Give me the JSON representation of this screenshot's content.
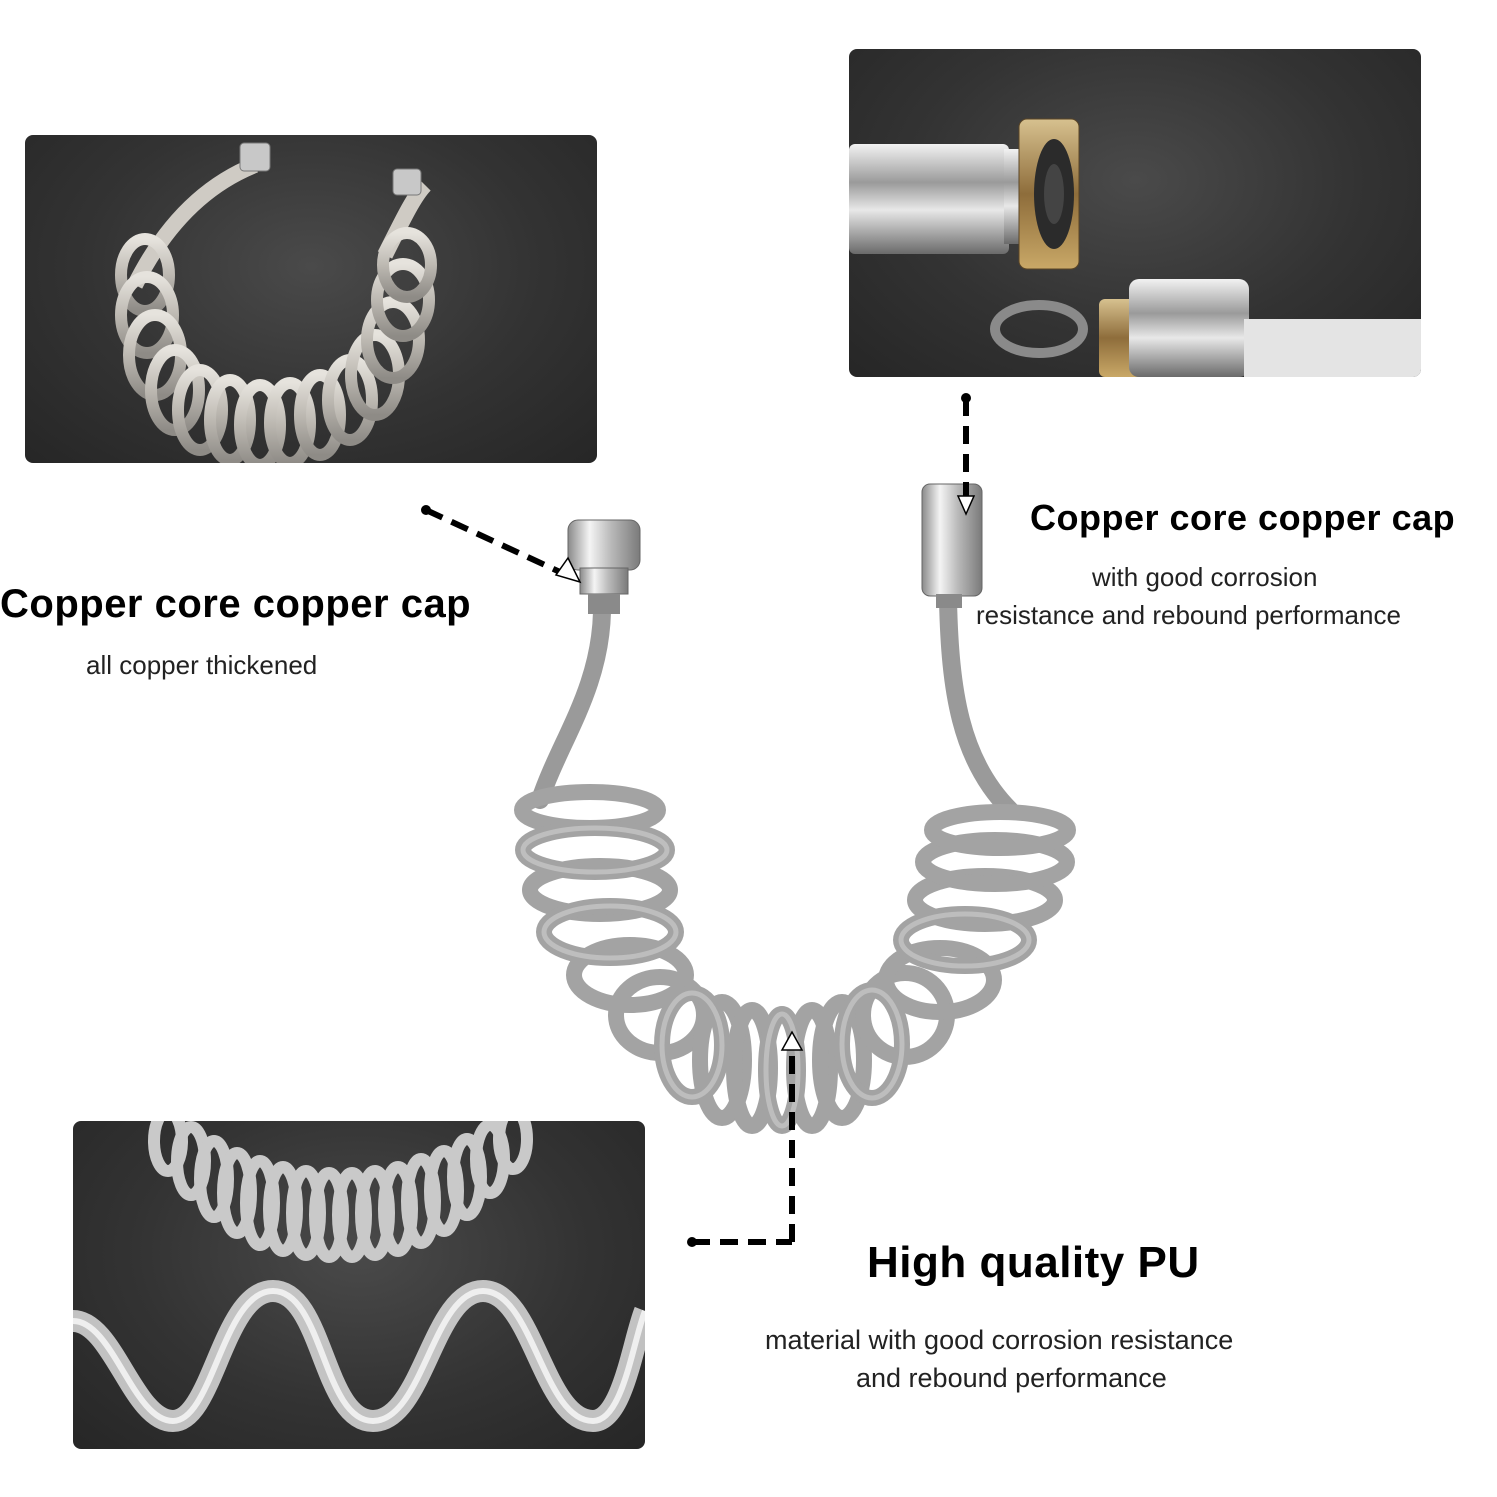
{
  "callouts": {
    "left": {
      "title": "Copper core copper cap",
      "subtitle": "all copper thickened"
    },
    "right": {
      "title": "Copper core copper cap",
      "subtitle_line1": "with good corrosion",
      "subtitle_line2": "resistance and rebound performance"
    },
    "bottom": {
      "title": "High quality PU",
      "subtitle_line1": "material with good corrosion resistance",
      "subtitle_line2": "and rebound performance"
    }
  },
  "colors": {
    "panel_background": "#333333",
    "hose_gray": "#9a9a9a",
    "hose_light": "#cfcfcf",
    "chrome": "#d9d9d9",
    "brass": "#b08a4a",
    "leader_line": "#000000"
  },
  "icons": [
    "chrome-cap-icon",
    "arrow-head-icon"
  ]
}
